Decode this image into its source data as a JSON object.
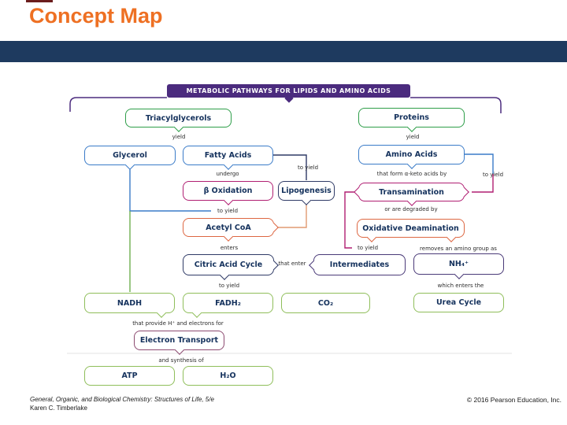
{
  "slide": {
    "title": "Concept Map",
    "footer": {
      "book": "General, Organic, and Biological Chemistry: Structures of Life, 5/e",
      "author": "Karen C. Timberlake",
      "copyright": "© 2016 Pearson Education, Inc."
    }
  },
  "colors": {
    "title": "#ee7023",
    "banner": "#1e3a5f",
    "top_strip": "#6b1d1d",
    "header_fill": "#4b2b7e",
    "green": "#2e9e49",
    "light_green": "#8fbe5a",
    "blue": "#3a7bc8",
    "magenta": "#b01e72",
    "navy": "#2f3a66",
    "dark_purple": "#4a3a78",
    "orange": "#dd6742",
    "plum": "#8c4a70",
    "line_salmon": "#e09a72",
    "box_text": "#15325d"
  },
  "diagram": {
    "header": "METABOLIC PATHWAYS FOR LIPIDS AND AMINO ACIDS",
    "nodes": {
      "triacylglycerols": "Triacylglycerols",
      "proteins": "Proteins",
      "glycerol": "Glycerol",
      "fatty_acids": "Fatty Acids",
      "amino_acids": "Amino Acids",
      "beta_oxidation": "β Oxidation",
      "lipogenesis": "Lipogenesis",
      "transamination": "Transamination",
      "acetyl_coa": "Acetyl CoA",
      "oxidative_deamination": "Oxidative Deamination",
      "citric_acid_cycle": "Citric Acid Cycle",
      "intermediates": "Intermediates",
      "nh4": "NH₄⁺",
      "nadh": "NADH",
      "fadh2": "FADH₂",
      "co2": "CO₂",
      "urea_cycle": "Urea Cycle",
      "electron_transport": "Electron Transport",
      "atp": "ATP",
      "h2o": "H₂O"
    },
    "labels": {
      "yield_tg": "yield",
      "yield_pr": "yield",
      "undergo": "undergo",
      "to_yield_fa": "to yield",
      "alpha_keto": "that form α-keto acids by",
      "to_yield_aa": "to yield",
      "to_yield_bo": "to yield",
      "degraded_by": "or are degraded by",
      "enters": "enters",
      "that_enter": "that enter",
      "to_yield_tr": "to yield",
      "removes_amino": "removes an amino group as",
      "to_yield_cac": "to yield",
      "which_enters": "which enters the",
      "provide_h": "that provide H⁺ and electrons for",
      "synthesis": "and synthesis of"
    }
  }
}
